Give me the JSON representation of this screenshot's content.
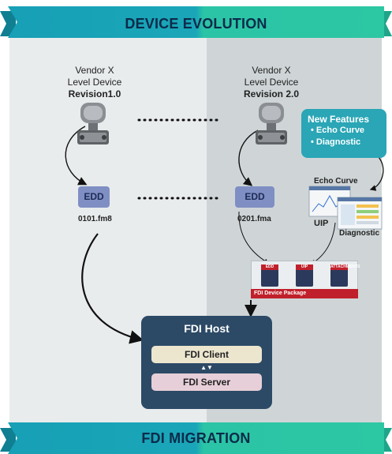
{
  "header": {
    "title": "DEVICE EVOLUTION"
  },
  "footer": {
    "title": "FDI MIGRATION"
  },
  "device_left": {
    "vendor": "Vendor X",
    "type": "Level Device",
    "revision": "Revision1.0"
  },
  "device_right": {
    "vendor": "Vendor X",
    "type": "Level Device",
    "revision": "Revision 2.0"
  },
  "edd_left": {
    "label": "EDD",
    "file": "0101.fm8"
  },
  "edd_right": {
    "label": "EDD",
    "file": "0201.fma"
  },
  "new_features": {
    "title": "New Features",
    "items": [
      "Echo Curve",
      "Diagnostic"
    ]
  },
  "uip_screens": {
    "echo_label": "Echo Curve",
    "uip_label": "UIP",
    "diag_label": "Diagnostic"
  },
  "package": {
    "label": "FDI Device Package",
    "icons": [
      "EDD",
      "UIP",
      "ATTACHMENTS"
    ]
  },
  "fdi_host": {
    "title": "FDI Host",
    "client": "FDI Client",
    "server": "FDI Server",
    "arrows": "▲▼"
  },
  "colors": {
    "banner_left": "#1aa6b8",
    "banner_right": "#2cc7a3",
    "host": "#2c4a66",
    "edd": "#7f8fc4",
    "package_bar": "#c0202b"
  }
}
